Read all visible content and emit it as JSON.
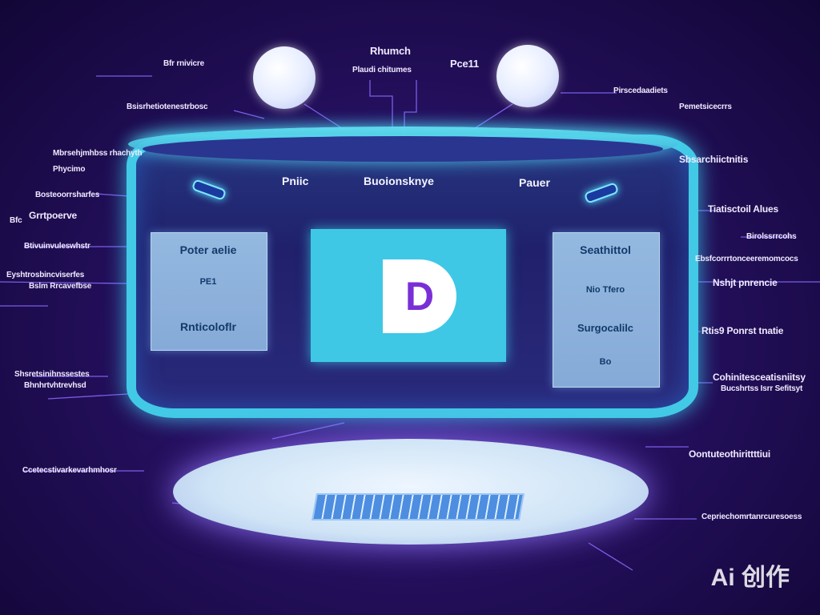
{
  "top": {
    "title_left": "Rhumch",
    "title_right": "Pce11",
    "sub_left": "Plaudi chitumes"
  },
  "display": {
    "header_left": "Pniic",
    "header_center": "Buoionsknye",
    "header_right": "Pauer",
    "left_card_top": "Poter aelie",
    "left_card_mid": "PE1",
    "left_card_bottom": "Rnticoloflr",
    "right_card_top": "Seathittol",
    "right_card_mid": "Nio Tfero",
    "right_card_low": "Surgocalilc",
    "right_card_bottom": "Bo",
    "logo_letter": "D"
  },
  "left_labels": [
    "Bfr rnivicre",
    "Bsisrhetiotenestrbosc",
    "Mbrsehjmhbss rhachyth",
    "Phycimo",
    "Bosteoorrsharfes",
    "Grrtpoerve",
    "Bfc",
    "Btivuinvuleswhstr",
    "Eyshtrosbincviserfes",
    "Bslm Rrcavefbse",
    "Shsretsinihnssestes",
    "Bhnhrtvhtrevhsd",
    "Ccetecstivarkevarhmhosr"
  ],
  "right_labels": [
    "Pirscedaadiets",
    "Pemetsicecrrs",
    "Sbsarchiictnitis",
    "Tiatisctoil Alues",
    "Birolssrrcohs",
    "Ebsfcorrrtonceeremomcocs",
    "Nshjt pnrencie",
    "Rtis9 Ponrst tnatie",
    "Cohinitesceatisniitsy",
    "Bucshrtss Isrr Sefitsyt",
    "Oontuteothirittttiui",
    "Cepriechomrtanrcuresoess"
  ],
  "watermark": "Ai 创作",
  "colors": {
    "accent_cyan": "#42c9e6",
    "background_purple": "#25105f",
    "logo_purple": "#7a2fd6"
  }
}
